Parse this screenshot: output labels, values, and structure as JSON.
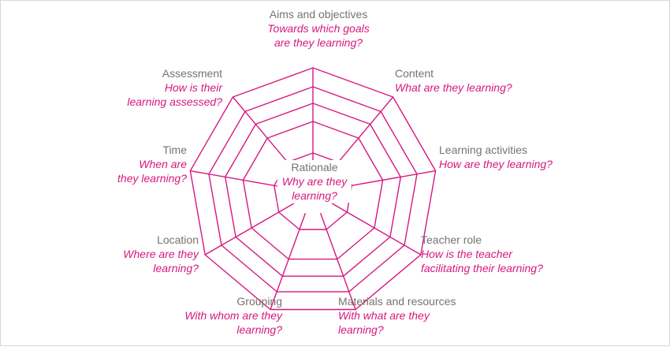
{
  "colors": {
    "web": "#d6187f",
    "heading": "#77736e",
    "question": "#d6187f"
  },
  "center": {
    "heading": "Rationale",
    "question": [
      "Why are they",
      "learning?"
    ]
  },
  "spokes": [
    {
      "id": "aims",
      "heading": "Aims and objectives",
      "question": [
        "Towards which goals",
        "are they learning?"
      ]
    },
    {
      "id": "content",
      "heading": "Content",
      "question": [
        "What are they learning?"
      ]
    },
    {
      "id": "activities",
      "heading": "Learning activities",
      "question": [
        "How are they learning?"
      ]
    },
    {
      "id": "teacher",
      "heading": "Teacher role",
      "question": [
        "How is the teacher",
        "facilitating their learning?"
      ]
    },
    {
      "id": "materials",
      "heading": "Materials and resources",
      "question": [
        "With what are they",
        "learning?"
      ]
    },
    {
      "id": "grouping",
      "heading": "Grouping",
      "question": [
        "With whom are they",
        "learning?"
      ]
    },
    {
      "id": "location",
      "heading": "Location",
      "question": [
        "Where are they",
        "learning?"
      ]
    },
    {
      "id": "time",
      "heading": "Time",
      "question": [
        "When are",
        "they learning?"
      ]
    },
    {
      "id": "assessment",
      "heading": "Assessment",
      "question": [
        "How is their",
        "learning assessed?"
      ]
    }
  ]
}
